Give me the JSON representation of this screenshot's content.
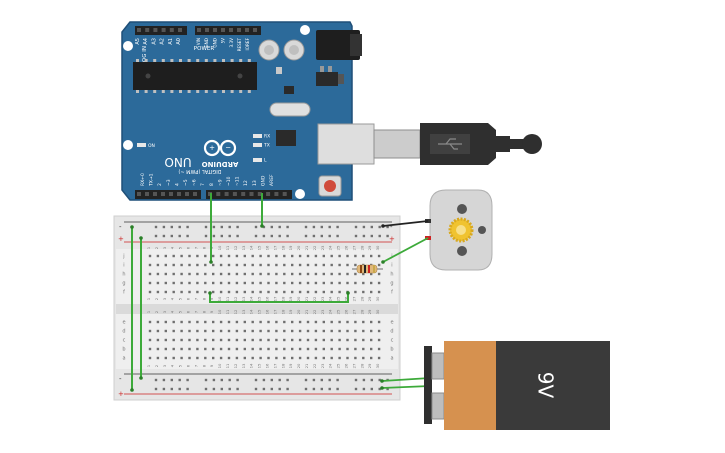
{
  "arduino": {
    "brand": "ARDUINO",
    "model": "UNO",
    "header_analog": "ANALOG IN",
    "header_power": "POWER",
    "header_digital": "DIGITAL (PWM ~)",
    "on_label": "ON",
    "tx_label": "TX",
    "rx_label": "RX",
    "l_label": "L",
    "analog_pins": [
      "A5",
      "A4",
      "A3",
      "A2",
      "A1",
      "A0"
    ],
    "power_pins": [
      "VIN",
      "GND",
      "GND",
      "5V",
      "3.3V",
      "RESET",
      "IOREF"
    ],
    "digital_pins": [
      "AREF",
      "GND",
      "13",
      "12",
      "~11",
      "~10",
      "~9",
      "8",
      "7",
      "~6",
      "~5",
      "4",
      "~3",
      "2",
      "TX→1",
      "RX←0"
    ]
  },
  "breadboard": {
    "columns": [
      "1",
      "2",
      "3",
      "4",
      "5",
      "6",
      "7",
      "8",
      "9",
      "10",
      "11",
      "12",
      "13",
      "14",
      "15",
      "16",
      "17",
      "18",
      "19",
      "20",
      "21",
      "22",
      "23",
      "24",
      "25",
      "26",
      "27",
      "28",
      "29",
      "30"
    ],
    "rows_top": [
      "j",
      "i",
      "h",
      "g",
      "f"
    ],
    "rows_bottom": [
      "e",
      "d",
      "c",
      "b",
      "a"
    ],
    "rail_minus": "-",
    "rail_plus": "+"
  },
  "battery": {
    "label": "9V"
  },
  "colors": {
    "board": "#2c6a9a",
    "board_edge": "#1f4f78",
    "wire_green": "#3daa3a",
    "wire_red": "#cc2222",
    "battery_orange": "#d6914f",
    "battery_black": "#3a3a3a"
  }
}
